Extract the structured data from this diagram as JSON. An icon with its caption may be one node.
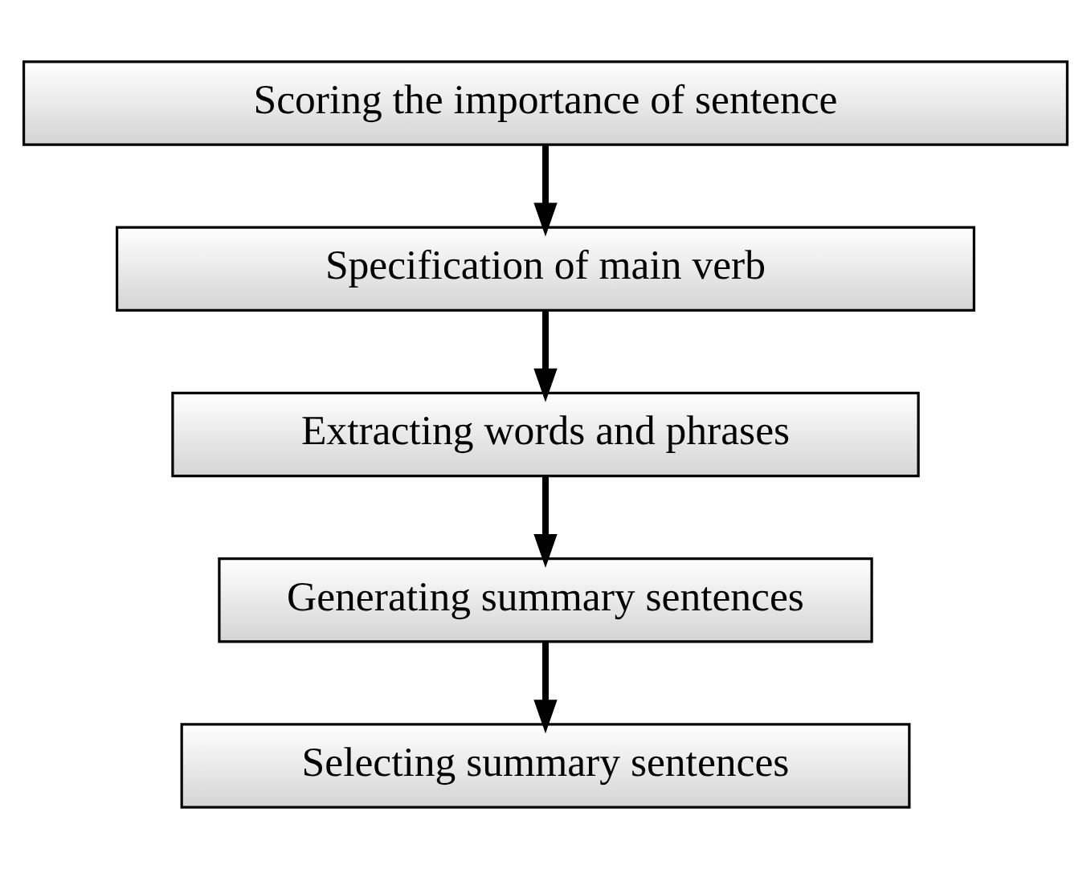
{
  "diagram": {
    "nodes": [
      {
        "text": [
          "Scoring the importance of sentence"
        ]
      },
      {
        "text": [
          "Specification of main verb"
        ]
      },
      {
        "text": [
          "Extracting words and phrases"
        ]
      },
      {
        "text": [
          "Generating summary sentences"
        ]
      },
      {
        "text": [
          "Selecting summary sentences"
        ]
      }
    ],
    "edges": [
      {
        "from": 0,
        "to": 1,
        "arrow": "to"
      },
      {
        "from": 1,
        "to": 2,
        "arrow": "to"
      },
      {
        "from": 2,
        "to": 3,
        "arrow": "to"
      },
      {
        "from": 3,
        "to": 4,
        "arrow": "to"
      }
    ]
  }
}
